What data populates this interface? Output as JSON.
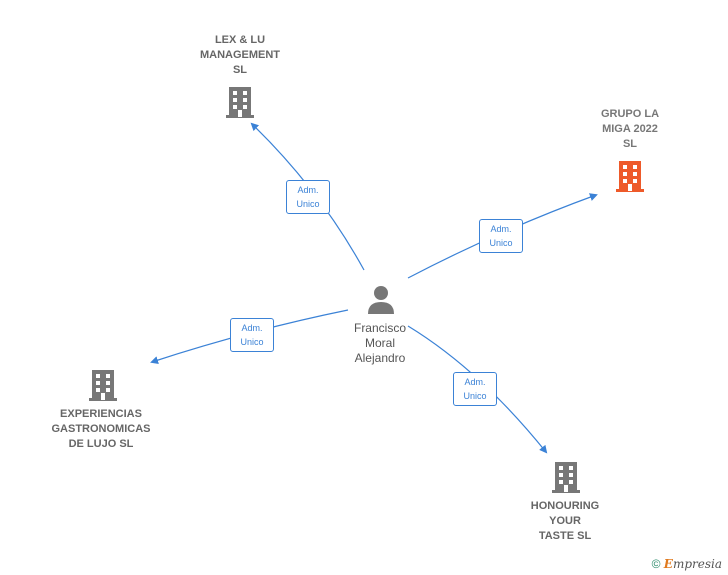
{
  "center": {
    "name": "Francisco\nMoral\nAlejandro",
    "icon": "person-icon"
  },
  "companies": [
    {
      "id": "lexlu",
      "name": "LEX & LU\nMANAGEMENT\nSL",
      "color": "#777777",
      "icon": "building-icon"
    },
    {
      "id": "grupo",
      "name": "GRUPO LA\nMIGA 2022\nSL",
      "color": "#ee5a2a",
      "icon": "building-icon"
    },
    {
      "id": "experiencias",
      "name": "EXPERIENCIAS\nGASTRONOMICAS\nDE LUJO  SL",
      "color": "#777777",
      "icon": "building-icon"
    },
    {
      "id": "honouring",
      "name": "HONOURING\nYOUR\nTASTE  SL",
      "color": "#777777",
      "icon": "building-icon"
    }
  ],
  "roles": [
    {
      "to": "lexlu",
      "label": "Adm.\nUnico"
    },
    {
      "to": "grupo",
      "label": "Adm.\nUnico"
    },
    {
      "to": "experiencias",
      "label": "Adm.\nUnico"
    },
    {
      "to": "honouring",
      "label": "Adm.\nUnico"
    }
  ],
  "colors": {
    "edge": "#3b82d6",
    "building": "#777777",
    "highlight": "#ee5a2a",
    "person": "#777777"
  },
  "footer": {
    "copyright": "©",
    "brand_first": "E",
    "brand_rest": "mpresia"
  }
}
